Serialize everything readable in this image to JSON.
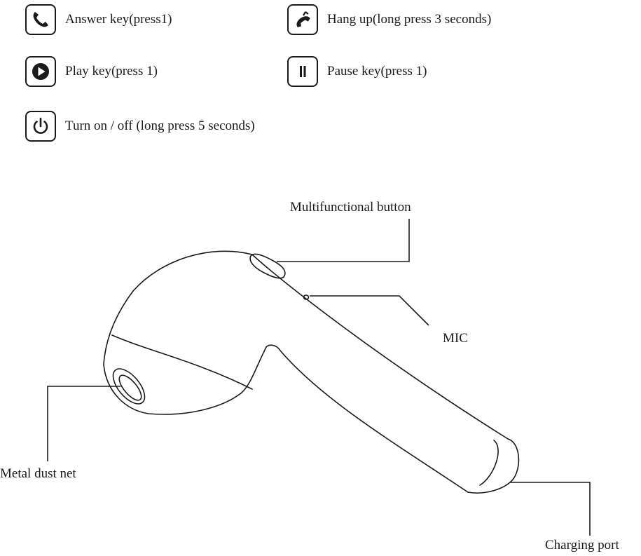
{
  "legend": {
    "answer": {
      "label": "Answer key(press1)",
      "icon": "phone-icon"
    },
    "hangup": {
      "label": "Hang up(long press 3 seconds)",
      "icon": "hang-up-icon"
    },
    "play": {
      "label": "Play key(press 1)",
      "icon": "play-icon"
    },
    "pause": {
      "label": "Pause key(press 1)",
      "icon": "pause-icon"
    },
    "power": {
      "label": "Turn on / off (long press 5 seconds)",
      "icon": "power-icon"
    }
  },
  "callouts": {
    "multifunction": "Multifunctional button",
    "mic": "MIC",
    "dust_net": "Metal dust net",
    "charging": "Charging port"
  },
  "colors": {
    "line": "#1a1a1a",
    "background": "#ffffff"
  }
}
